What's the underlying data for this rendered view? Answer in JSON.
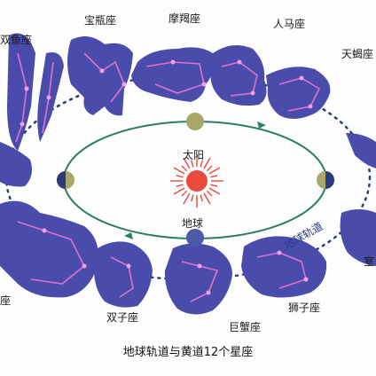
{
  "title": "地球轨道与黄道12个星座",
  "sun_label": "太阳",
  "earth_label": "地球",
  "orbit_label": "地球轨道",
  "constellations": [
    {
      "name": "宝瓶座"
    },
    {
      "name": "摩羯座"
    },
    {
      "name": "人马座"
    },
    {
      "name": "天蝎座"
    },
    {
      "name": "双鱼座"
    },
    {
      "name": "双子座"
    },
    {
      "name": "巨蟹座"
    },
    {
      "name": "狮子座"
    }
  ],
  "partial_labels": {
    "left_cut": "座",
    "right_cut": "室"
  },
  "colors": {
    "constellation": "#4a4cab",
    "star_line": "#e070d0",
    "orbit": "#2e7d6b",
    "sun": "#e84a3e",
    "earth_dark": "#2b3a7a",
    "earth_light": "#a8a86a",
    "dotted_path": "#27407a"
  }
}
